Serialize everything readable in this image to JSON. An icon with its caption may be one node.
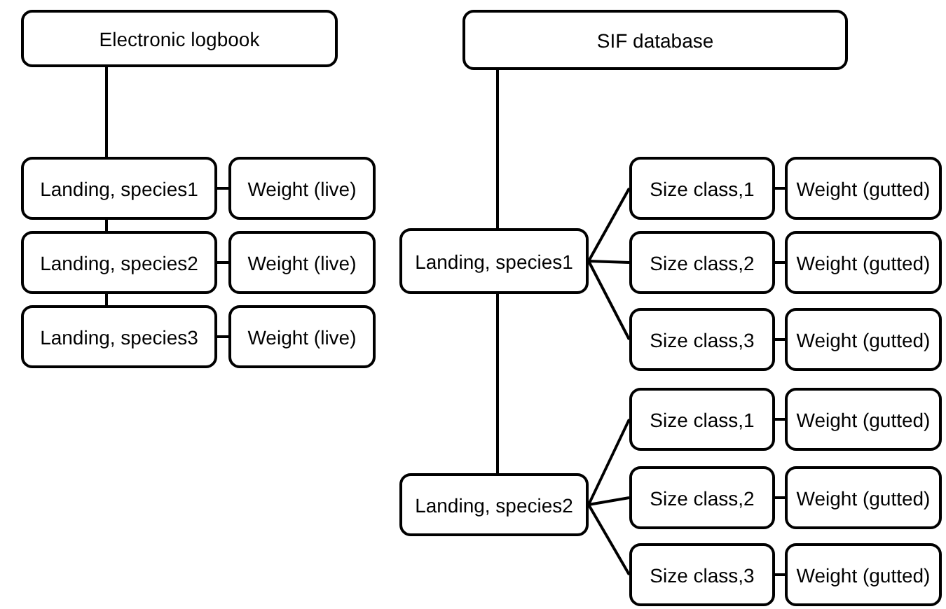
{
  "diagram": {
    "nodes": [
      {
        "text": [
          "Electronic logbook"
        ]
      },
      {
        "text": [
          "Landing, species1"
        ]
      },
      {
        "text": [
          "Weight (live)"
        ]
      },
      {
        "text": [
          "Landing, species2"
        ]
      },
      {
        "text": [
          "Weight (live)"
        ]
      },
      {
        "text": [
          "Landing, species3"
        ]
      },
      {
        "text": [
          "Weight (live)"
        ]
      },
      {
        "text": [
          "SIF database"
        ]
      },
      {
        "text": [
          "Landing, species1"
        ]
      },
      {
        "text": [
          "Size class,1"
        ]
      },
      {
        "text": [
          "Weight (gutted)"
        ]
      },
      {
        "text": [
          "Size class,2"
        ]
      },
      {
        "text": [
          "Weight (gutted)"
        ]
      },
      {
        "text": [
          "Size class,3"
        ]
      },
      {
        "text": [
          "Weight (gutted)"
        ]
      },
      {
        "text": [
          "Landing, species2"
        ]
      },
      {
        "text": [
          "Size class,1"
        ]
      },
      {
        "text": [
          "Weight (gutted)"
        ]
      },
      {
        "text": [
          "Size class,2"
        ]
      },
      {
        "text": [
          "Weight (gutted)"
        ]
      },
      {
        "text": [
          "Size class,3"
        ]
      },
      {
        "text": [
          "Weight (gutted)"
        ]
      }
    ],
    "edges": [
      {
        "from": 0,
        "to": 1,
        "arrow": "none"
      },
      {
        "from": 1,
        "to": 3,
        "arrow": "none"
      },
      {
        "from": 3,
        "to": 5,
        "arrow": "none"
      },
      {
        "from": 1,
        "to": 2,
        "arrow": "none"
      },
      {
        "from": 3,
        "to": 4,
        "arrow": "none"
      },
      {
        "from": 5,
        "to": 6,
        "arrow": "none"
      },
      {
        "from": 7,
        "to": 8,
        "arrow": "none"
      },
      {
        "from": 8,
        "to": 15,
        "arrow": "none"
      },
      {
        "from": 8,
        "to": 9,
        "arrow": "none"
      },
      {
        "from": 8,
        "to": 11,
        "arrow": "none"
      },
      {
        "from": 8,
        "to": 13,
        "arrow": "none"
      },
      {
        "from": 9,
        "to": 10,
        "arrow": "none"
      },
      {
        "from": 11,
        "to": 12,
        "arrow": "none"
      },
      {
        "from": 13,
        "to": 14,
        "arrow": "none"
      },
      {
        "from": 15,
        "to": 16,
        "arrow": "none"
      },
      {
        "from": 15,
        "to": 18,
        "arrow": "none"
      },
      {
        "from": 15,
        "to": 20,
        "arrow": "none"
      },
      {
        "from": 16,
        "to": 17,
        "arrow": "none"
      },
      {
        "from": 18,
        "to": 19,
        "arrow": "none"
      },
      {
        "from": 20,
        "to": 21,
        "arrow": "none"
      }
    ]
  }
}
